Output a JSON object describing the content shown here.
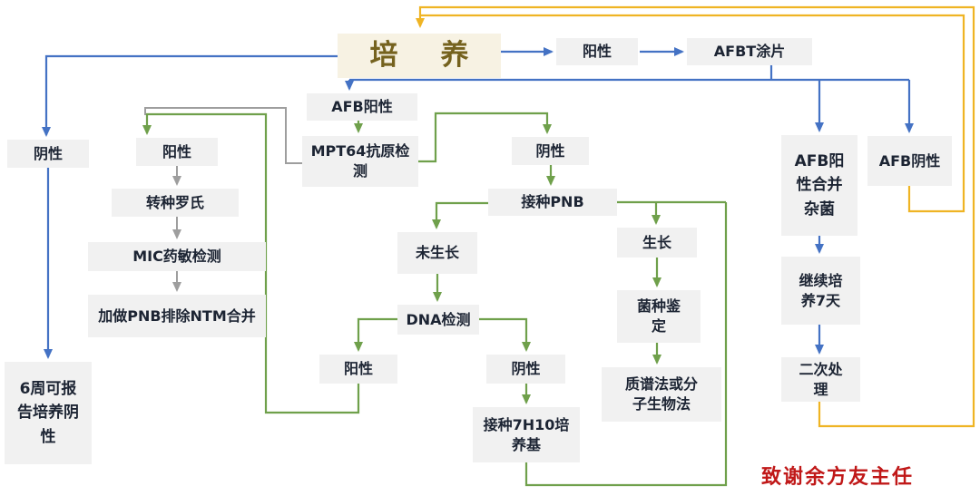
{
  "meta": {
    "credit": "致谢余方友主任"
  },
  "colors": {
    "blue": "#4472C4",
    "green": "#6FA04B",
    "gray": "#9E9E9E",
    "yellow": "#EFB424",
    "node_bg": "#F1F1F1",
    "title_bg": "#F7F2E3",
    "title_text": "#75621E",
    "node_text": "#1C2433",
    "credit_red": "#C01818"
  },
  "nodes": {
    "culture": {
      "label": "培　养"
    },
    "positive_top": {
      "label": "阳性"
    },
    "afbt_smear": {
      "label": "AFBT涂片"
    },
    "negative_left": {
      "label": "阴性"
    },
    "report_6w": {
      "label": "6周可报\n告培养阴\n性"
    },
    "positive_left": {
      "label": "阳性"
    },
    "transfer_lowenstein": {
      "label": "转种罗氏"
    },
    "mic_ast": {
      "label": "MIC药敏检测"
    },
    "add_pnb_ntm": {
      "label": "加做PNB排除NTM合并"
    },
    "afb_positive": {
      "label": "AFB阳性"
    },
    "mpt64": {
      "label": "MPT64抗原检\n测"
    },
    "negative_center": {
      "label": "阴性"
    },
    "inoculate_pnb": {
      "label": "接种PNB"
    },
    "no_growth": {
      "label": "未生长"
    },
    "dna_test": {
      "label": "DNA检测"
    },
    "dna_positive": {
      "label": "阳性"
    },
    "dna_negative": {
      "label": "阴性"
    },
    "inoculate_7h10": {
      "label": "接种7H10培\n养基"
    },
    "growth": {
      "label": "生长"
    },
    "strain_id": {
      "label": "菌种鉴\n定"
    },
    "ms_or_molecular": {
      "label": "质谱法或分\n子生物法"
    },
    "afb_pos_mixed": {
      "label": "AFB阳\n性合并\n杂菌"
    },
    "afb_negative": {
      "label": "AFB阴性"
    },
    "continue_7d": {
      "label": "继续培\n养7天"
    },
    "second_treatment": {
      "label": "二次处\n理"
    }
  }
}
